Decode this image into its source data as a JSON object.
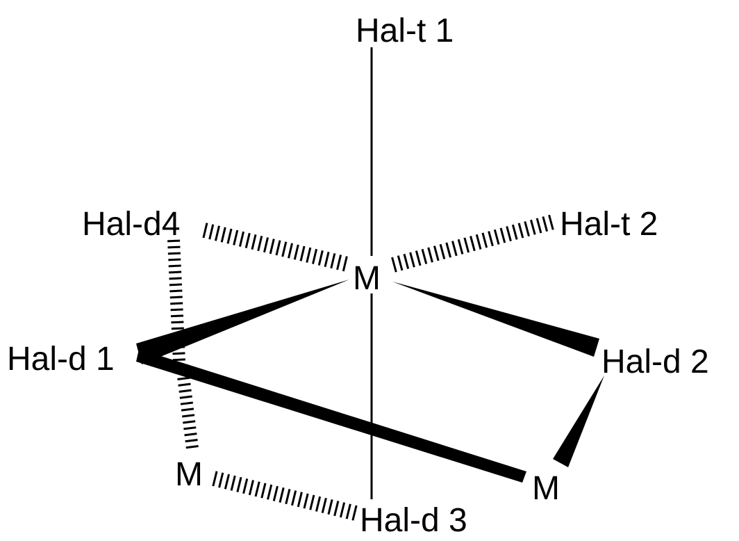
{
  "labels": {
    "hal_t1": "Hal-t 1",
    "hal_t2": "Hal-t 2",
    "hal_d4": "Hal-d4",
    "hal_d1": "Hal-d 1",
    "hal_d2": "Hal-d 2",
    "hal_d3": "Hal-d 3",
    "metal_center": "M",
    "metal_lower_left": "M",
    "metal_lower_right": "M"
  },
  "colors": {
    "ink": "#000000",
    "background": "#ffffff"
  }
}
